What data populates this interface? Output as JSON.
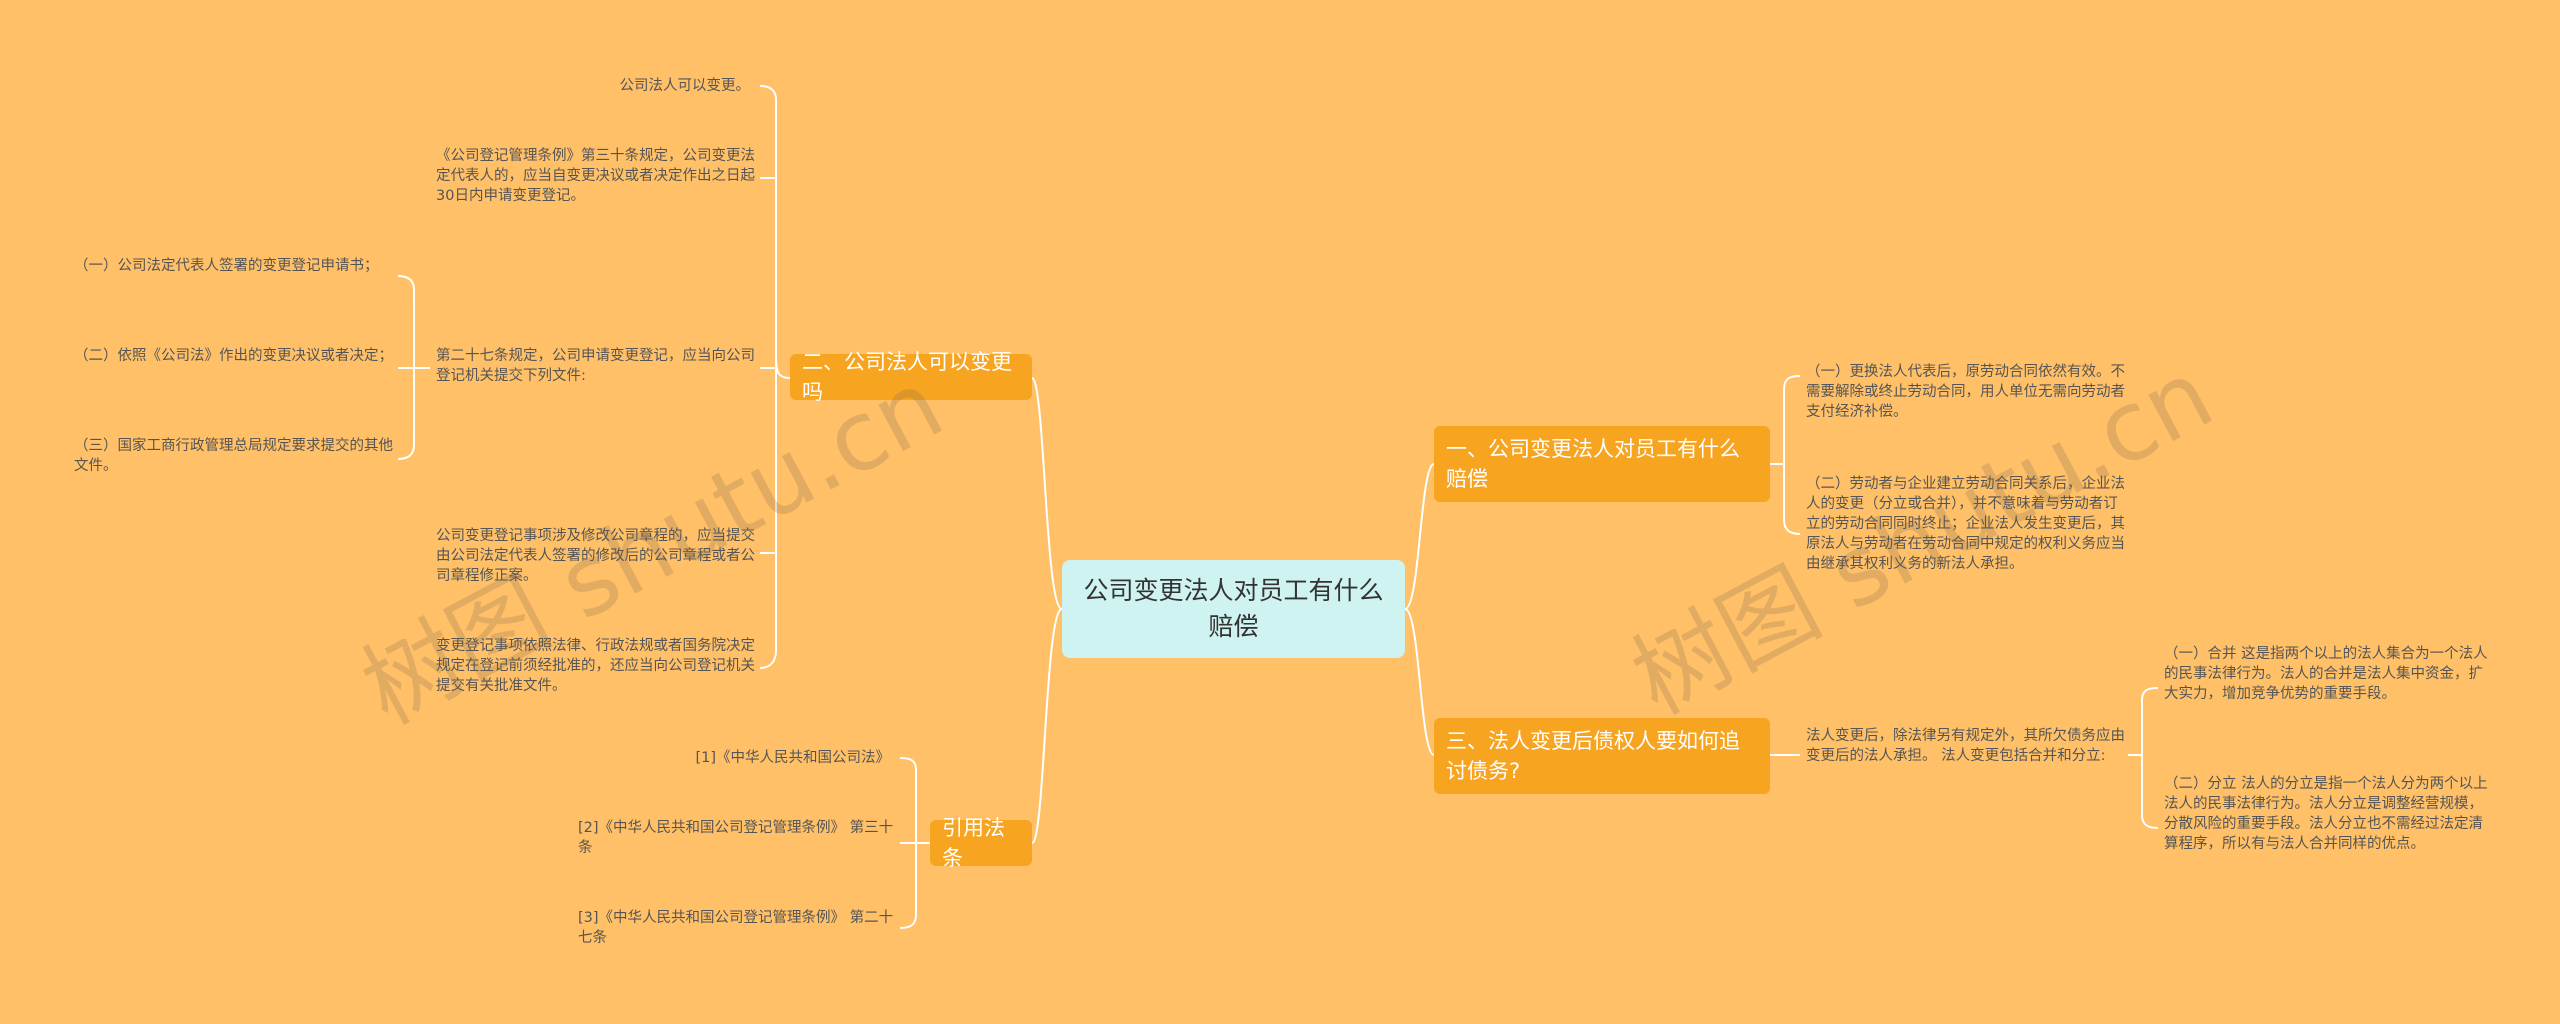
{
  "root": {
    "label": "公司变更法人对员工有什么赔偿"
  },
  "branches": {
    "b2": {
      "label": "二、公司法人可以变更吗",
      "c1": "公司法人可以变更。",
      "c2": "《公司登记管理条例》第三十条规定，公司变更法定代表人的，应当自变更决议或者决定作出之日起30日内申请变更登记。",
      "c3": "第二十七条规定，公司申请变更登记，应当向公司登记机关提交下列文件:",
      "c3a": "（一）公司法定代表人签署的变更登记申请书；",
      "c3b": "（二）依照《公司法》作出的变更决议或者决定；",
      "c3c": "（三）国家工商行政管理总局规定要求提交的其他文件。",
      "c4": "公司变更登记事项涉及修改公司章程的，应当提交由公司法定代表人签署的修改后的公司章程或者公司章程修正案。",
      "c5": "变更登记事项依照法律、行政法规或者国务院决定规定在登记前须经批准的，还应当向公司登记机关提交有关批准文件。"
    },
    "law": {
      "label": "引用法条",
      "c1": "[1]《中华人民共和国公司法》",
      "c2": "[2]《中华人民共和国公司登记管理条例》 第三十条",
      "c3": "[3]《中华人民共和国公司登记管理条例》 第二十七条"
    },
    "b1": {
      "label": "一、公司变更法人对员工有什么赔偿",
      "c1": "（一）更换法人代表后，原劳动合同依然有效。不需要解除或终止劳动合同，用人单位无需向劳动者支付经济补偿。",
      "c2": "（二）劳动者与企业建立劳动合同关系后，企业法人的变更（分立或合并），并不意味着与劳动者订立的劳动合同同时终止；企业法人发生变更后，其原法人与劳动者在劳动合同中规定的权利义务应当由继承其权利义务的新法人承担。"
    },
    "b3": {
      "label": "三、法人变更后债权人要如何追讨债务?",
      "c1": "法人变更后，除法律另有规定外，其所欠债务应由变更后的法人承担。 法人变更包括合并和分立:",
      "c1a": "（一）合并 这是指两个以上的法人集合为一个法人的民事法律行为。法人的合并是法人集中资金，扩大实力，增加竞争优势的重要手段。",
      "c1b": "（二）分立 法人的分立是指一个法人分为两个以上法人的民事法律行为。法人分立是调整经营规模，分散风险的重要手段。法人分立也不需经过法定清算程序，所以有与法人合并同样的优点。"
    }
  },
  "watermarks": [
    "树图 shutu.cn",
    "树图 shutu.cn"
  ],
  "colors": {
    "background": "#FFC067",
    "branch": "#F7A421",
    "root": "#CFF3F0",
    "line": "#FFFFFF"
  }
}
